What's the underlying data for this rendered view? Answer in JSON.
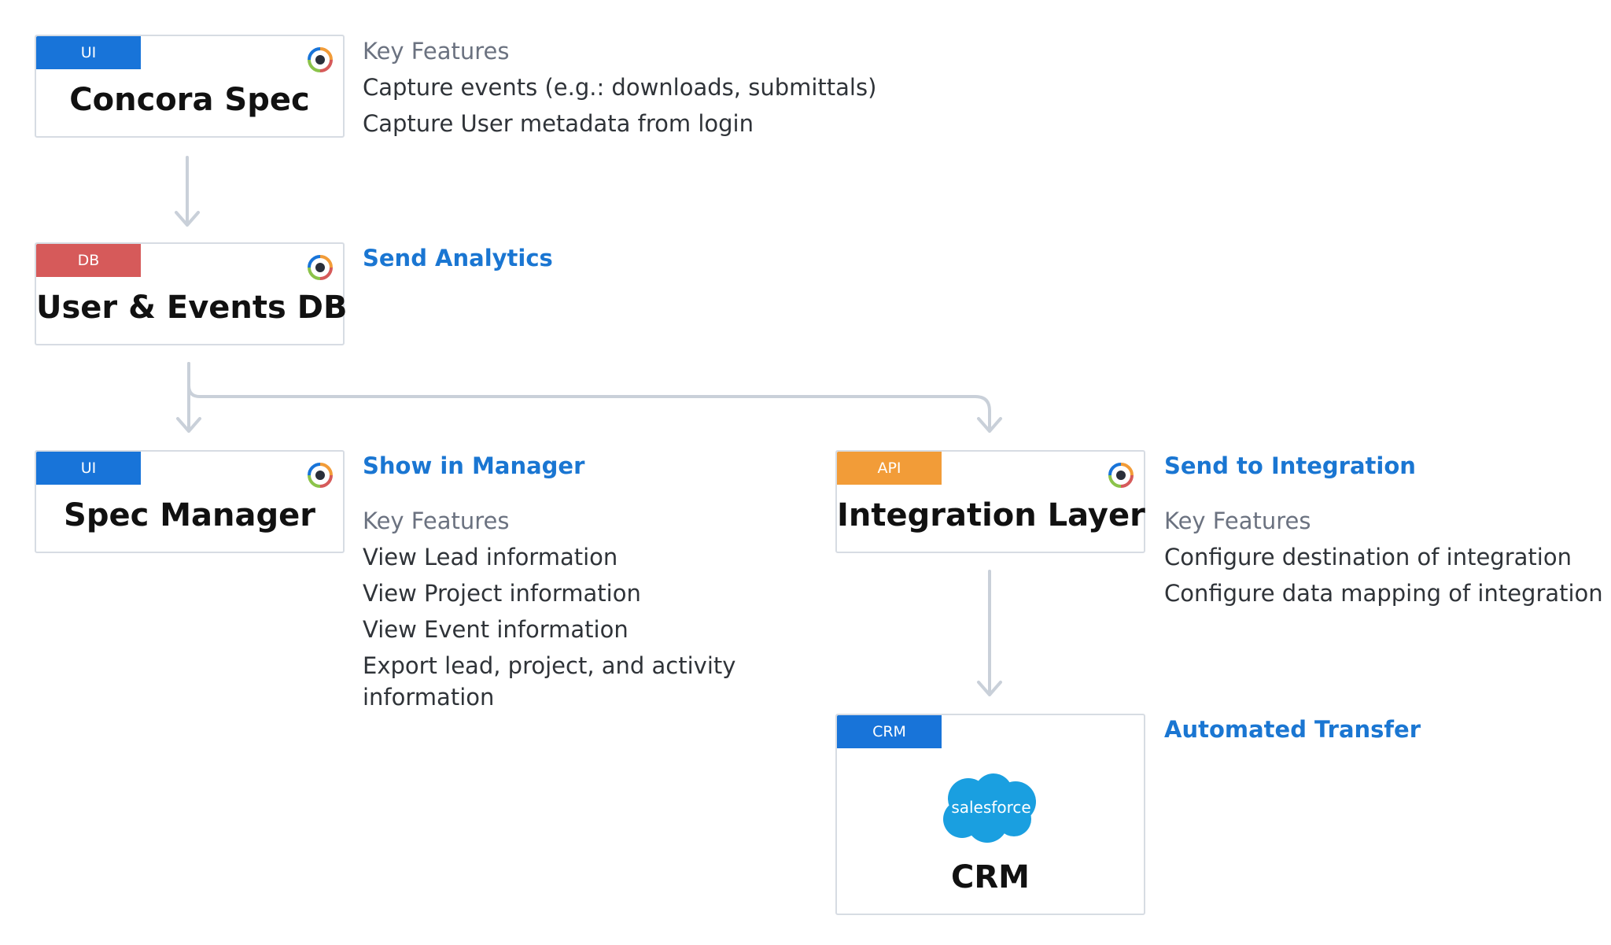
{
  "colors": {
    "ui": "#1874d9",
    "db": "#d65a5a",
    "api": "#f29c38",
    "crm": "#1874d9",
    "accent_text": "#1a76d2",
    "connector": "#c9d0d9",
    "salesforce": "#1a9fe0"
  },
  "nodes": {
    "concora_spec": {
      "tag": "UI",
      "title": "Concora Spec",
      "icon": "concora-logo-icon"
    },
    "user_events_db": {
      "tag": "DB",
      "title": "User & Events DB",
      "icon": "concora-logo-icon"
    },
    "spec_manager": {
      "tag": "UI",
      "title": "Spec Manager",
      "icon": "concora-logo-icon"
    },
    "integration_layer": {
      "tag": "API",
      "title": "Integration Layer",
      "icon": "concora-logo-icon"
    },
    "crm": {
      "tag": "CRM",
      "title": "CRM",
      "icon": "salesforce-logo-icon",
      "logo_text": "salesforce"
    }
  },
  "descriptions": {
    "concora_spec": {
      "key_features_label": "Key Features",
      "items": [
        "Capture events (e.g.: downloads, submittals)",
        "Capture User metadata from login"
      ]
    },
    "user_events_db": {
      "heading": "Send Analytics"
    },
    "spec_manager": {
      "heading": "Show in Manager",
      "key_features_label": "Key Features",
      "items": [
        "View Lead information",
        "View Project information",
        "View Event information",
        "Export lead, project, and activity information"
      ]
    },
    "integration_layer": {
      "heading": "Send to Integration",
      "key_features_label": "Key Features",
      "items": [
        "Configure destination of integration",
        "Configure data mapping of integration"
      ]
    },
    "crm": {
      "heading": "Automated Transfer"
    }
  }
}
